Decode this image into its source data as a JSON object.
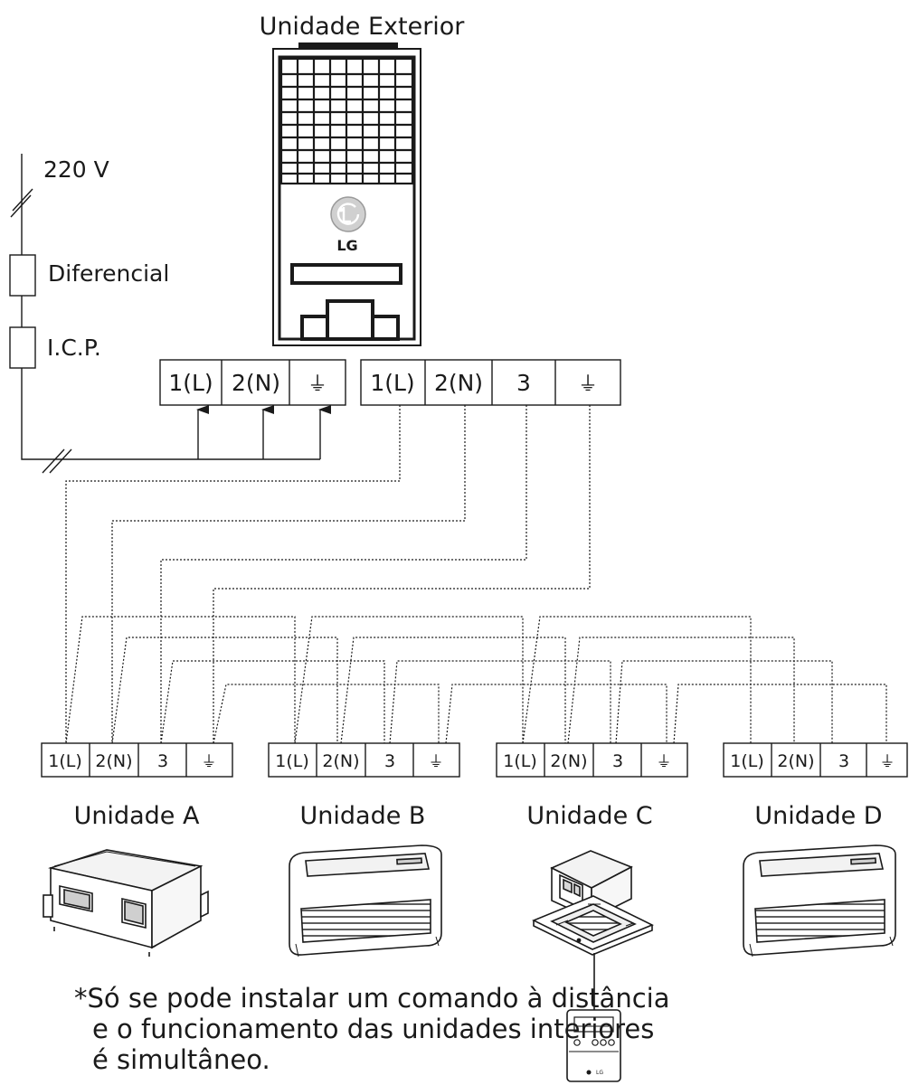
{
  "outdoor": {
    "title": "Unidade Exterior",
    "logo_text": "LG"
  },
  "supply": {
    "voltage": "220 V",
    "differential": "Diferencial",
    "icp": "I.C.P."
  },
  "outdoor_terminals": {
    "power": [
      "1(L)",
      "2(N)",
      "⏚"
    ],
    "comm": [
      "1(L)",
      "2(N)",
      "3",
      "⏚"
    ]
  },
  "indoor_units": [
    {
      "name": "Unidade A",
      "terminals": [
        "1(L)",
        "2(N)",
        "3",
        "⏚"
      ],
      "icon": "ducted-unit-icon"
    },
    {
      "name": "Unidade B",
      "terminals": [
        "1(L)",
        "2(N)",
        "3",
        "⏚"
      ],
      "icon": "console-unit-icon"
    },
    {
      "name": "Unidade C",
      "terminals": [
        "1(L)",
        "2(N)",
        "3",
        "⏚"
      ],
      "icon": "cassette-unit-icon"
    },
    {
      "name": "Unidade D",
      "terminals": [
        "1(L)",
        "2(N)",
        "3",
        "⏚"
      ],
      "icon": "console-unit-icon"
    }
  ],
  "remote": {
    "logo_text": "LG"
  },
  "note": {
    "lines": [
      "*Só se pode instalar um comando à distância",
      "e o funcionamento das unidades interiores",
      "é simultâneo."
    ]
  }
}
